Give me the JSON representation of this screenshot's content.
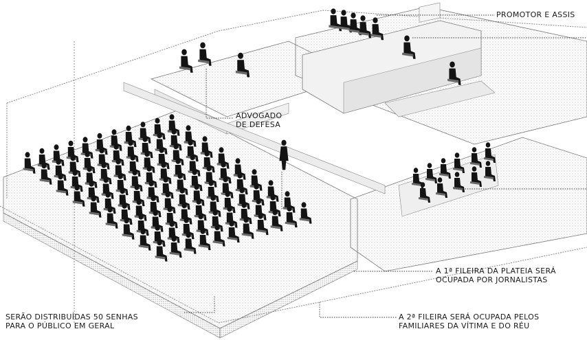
{
  "labels": {
    "promotor": "PROMOTOR E ASSIS",
    "advogado_line1": "ADVOGADO",
    "advogado_line2": "DE DEFESA",
    "fileira1_line1": "A 1ª FILEIRA DA PLATEIA SERÁ",
    "fileira1_line2": "OCUPADA POR JORNALISTAS",
    "fileira2_line1": "A 2ª FILEIRA SERÁ OCUPADA PELOS",
    "fileira2_line2": "FAMILIARES DA VÍTIMA E DO RÉU",
    "senhas_line1": "SERÃO DISTRIBUÍDAS 50 SENHAS",
    "senhas_line2": "PARA O PÚBLICO EM GERAL"
  },
  "colors": {
    "ink": "#1a1a1a",
    "figure": "#141414",
    "stipple": "#c8c8c8",
    "line": "#555555",
    "background": "#ffffff"
  },
  "icons": [
    "seated-person-icon",
    "standing-person-icon"
  ]
}
